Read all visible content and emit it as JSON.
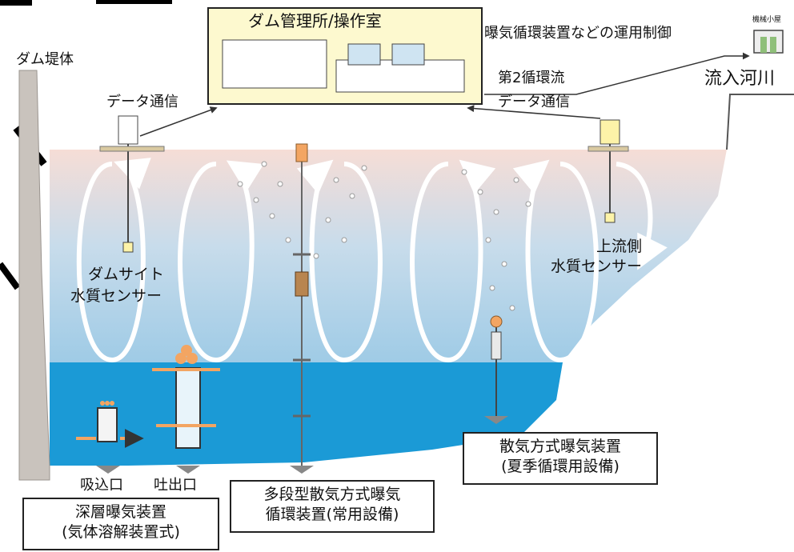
{
  "labels": {
    "dam_body": "ダム堤体",
    "control_room": "ダム管理所/操作室",
    "operation_control": "曝気循環装置などの運用制御",
    "small_station": "機械小屋",
    "inflow_river": "流入河川",
    "data_comm_left": "データ通信",
    "second_circulation": "第2循環流",
    "data_comm_right": "データ通信",
    "damsite_sensor_1": "ダムサイト",
    "damsite_sensor_2": "水質センサー",
    "upstream_sensor_1": "上流側",
    "upstream_sensor_2": "水質センサー",
    "intake": "吸込口",
    "outlet": "吐出口"
  },
  "boxes": {
    "deep_aeration_1": "深層曝気装置",
    "deep_aeration_2": "(気体溶解装置式)",
    "multistage_1": "多段型散気方式曝気",
    "multistage_2": "循環装置(常用設備)",
    "diffuser_1": "散気方式曝気装置",
    "diffuser_2": "(夏季循環用設備)"
  },
  "colors": {
    "surface": "#f6ddd6",
    "midwater": "#a9cfe6",
    "deepwater": "#1b9ad6",
    "dam": "#c9c3bd",
    "room_bg": "#fdf9cf",
    "flow_arrow": "#ffffff",
    "orange": "#f3a562"
  }
}
